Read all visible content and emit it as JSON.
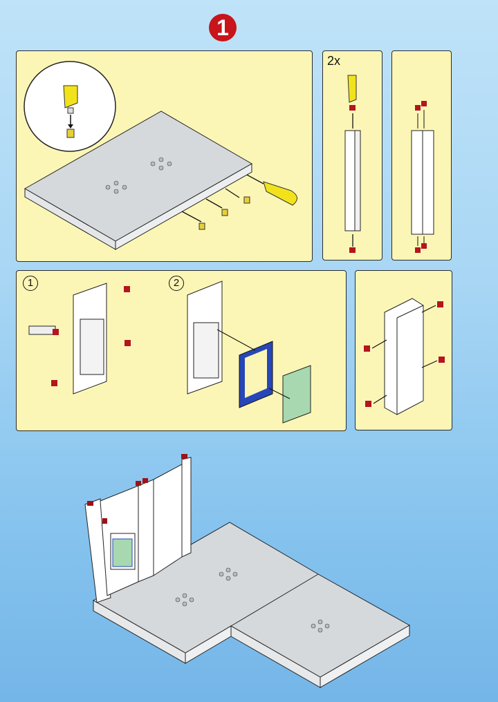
{
  "step_number": "1",
  "panels": {
    "baseplate": {
      "description_text": ""
    },
    "column_single": {
      "quantity_label": "2x"
    },
    "column_double": {},
    "window_wall": {
      "substep_1": "1",
      "substep_2": "2"
    },
    "side_wall": {}
  },
  "colors": {
    "panel_bg": "#fcf6b6",
    "badge": "#c8141b",
    "tool": "#f2e21c",
    "connector": "#b4151e",
    "window_frame": "#2747b8",
    "window": "#a8d8b0"
  }
}
